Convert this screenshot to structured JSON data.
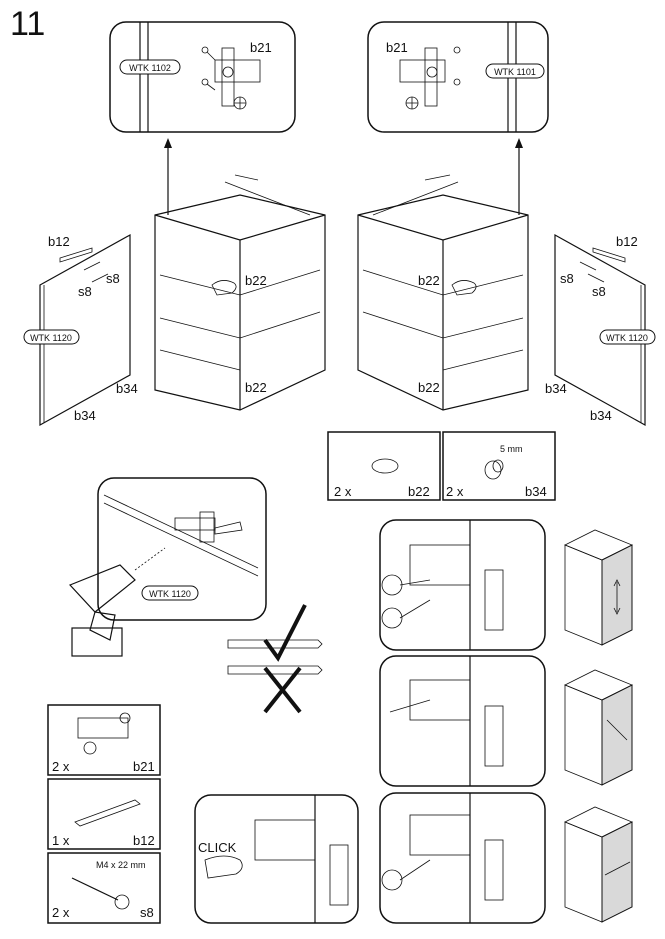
{
  "step_number": "11",
  "codes": {
    "wtk_1102": "WTK 1102",
    "wtk_1101": "WTK 1101",
    "wtk_1120": "WTK 1120"
  },
  "part_labels": {
    "b21": "b21",
    "b12": "b12",
    "s8": "s8",
    "b22": "b22",
    "b34": "b34"
  },
  "parts_box": {
    "b22": {
      "qty": "2 x",
      "code": "b22"
    },
    "b34": {
      "qty": "2 x",
      "code": "b34",
      "dimension": "5 mm"
    },
    "b21": {
      "qty": "2 x",
      "code": "b21"
    },
    "b12": {
      "qty": "1 x",
      "code": "b12"
    },
    "s8": {
      "qty": "2 x",
      "code": "s8",
      "dimension": "M4 x 22 mm"
    }
  },
  "click_text": "CLICK"
}
